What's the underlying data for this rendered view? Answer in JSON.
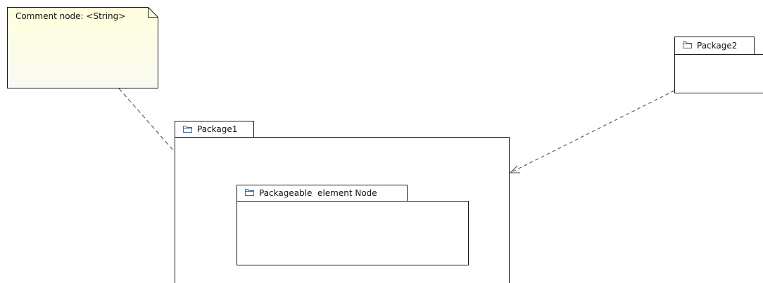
{
  "diagram": {
    "comment_node": {
      "text": "Comment node: <String>"
    },
    "packages": [
      {
        "label": "Package1"
      },
      {
        "label": "Packageable  element Node"
      },
      {
        "label": "Package2"
      }
    ],
    "connectors": [
      {
        "type": "dashed-line",
        "from": "comment_node",
        "to": "Package1"
      },
      {
        "type": "dashed-arrow",
        "from": "Package2",
        "to": "Package1"
      }
    ],
    "colors": {
      "note_fill_top": "#ffffdc",
      "note_fill_bottom": "#f8f8f8",
      "stroke": "#1a1a1a",
      "connector": "#444444",
      "folder_icon": "#3a6ea5"
    }
  }
}
